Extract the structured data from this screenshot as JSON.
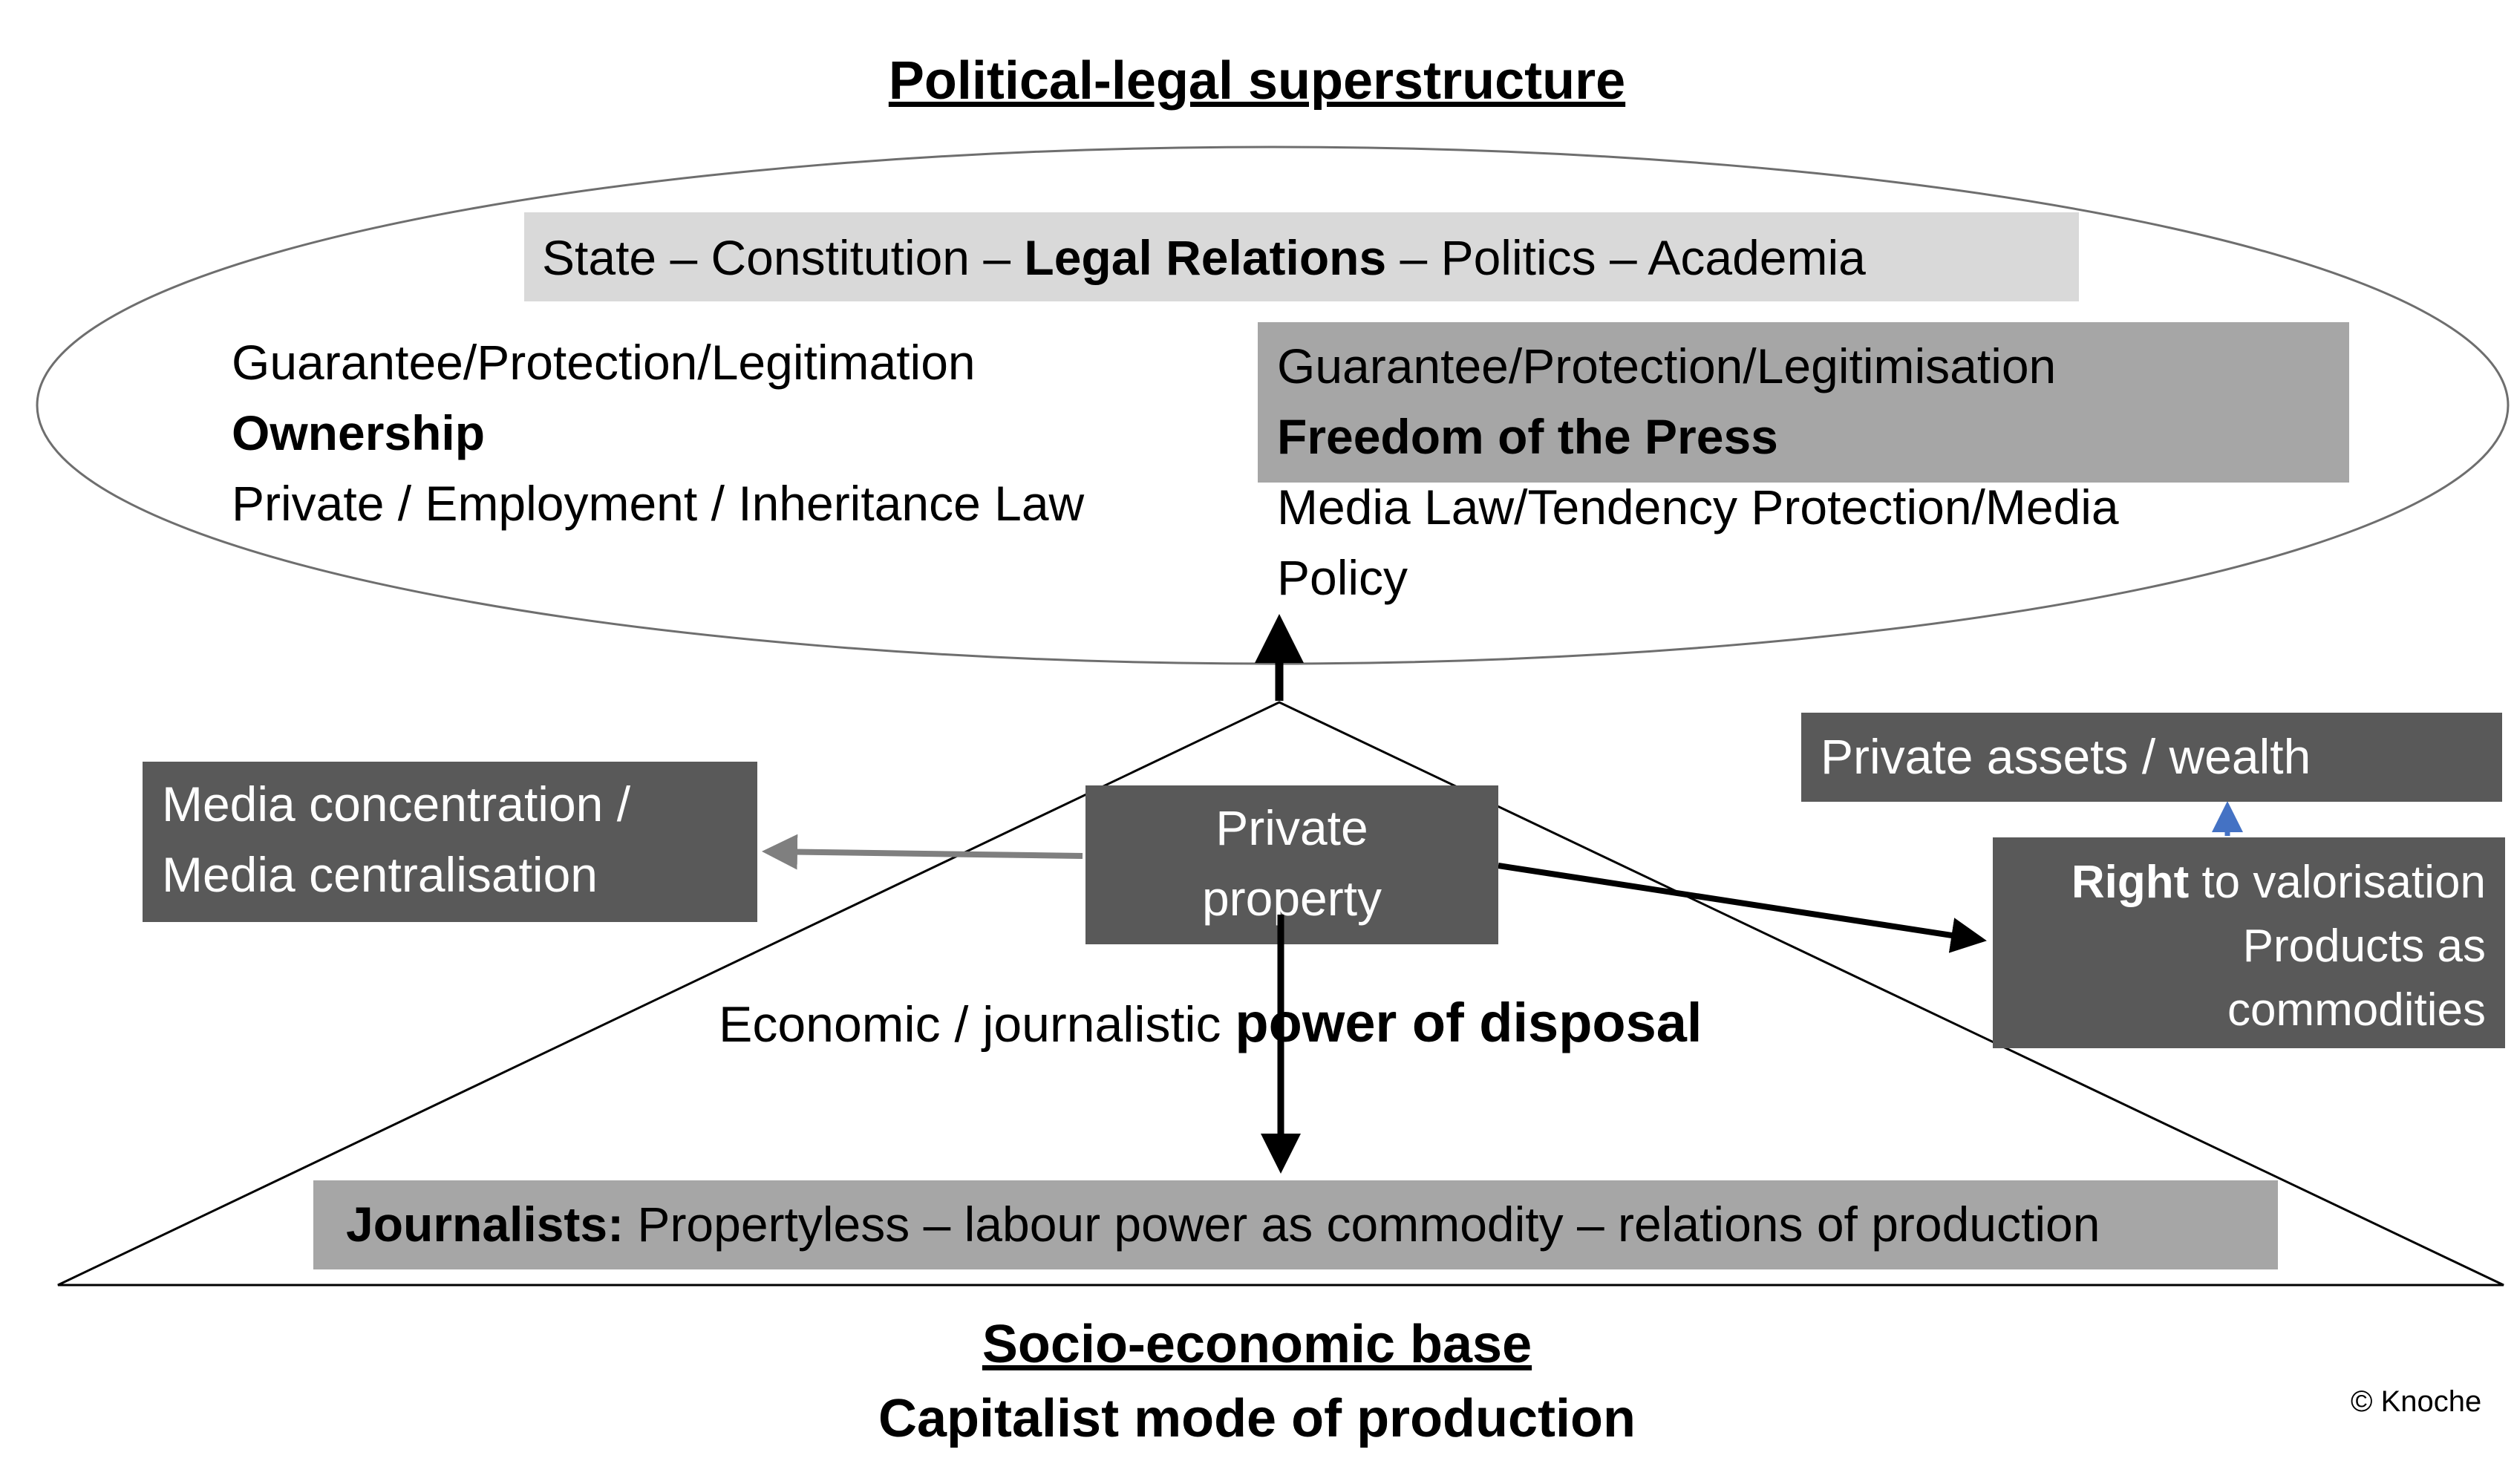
{
  "top_title": "Political-legal superstructure",
  "state_bar": {
    "part1": "State –  Constitution –",
    "bold": "Legal Relations",
    "part2": "– Politics – Academia"
  },
  "left_block": {
    "line1": "Guarantee/Protection/Legitimation",
    "line2": "Ownership",
    "line3": "Private / Employment / Inheritance Law"
  },
  "right_block": {
    "line1": "Guarantee/Protection/Legitimisation",
    "line2": "Freedom of the Press",
    "line3": "Media Law/Tendency Protection/Media",
    "line4": "Policy"
  },
  "media_concentration": {
    "line1": "Media concentration /",
    "line2": "Media centralisation"
  },
  "private_property": {
    "line1": "Private",
    "line2": "property"
  },
  "private_assets": "Private assets / wealth",
  "valorisation": {
    "bold": "Right",
    "line1_rest": " to valorisation",
    "line2": "Products as",
    "line3": "commodities"
  },
  "power": {
    "normal": "Economic / journalistic",
    "bold": "power of disposal"
  },
  "journalists": {
    "bold": "Journalists:",
    "rest": " Propertyless – labour power as commodity – relations of production"
  },
  "base_title": "Socio-economic base",
  "base_subtitle": "Capitalist mode of production",
  "copyright": "© Knoche",
  "colors": {
    "dark_box": "#595959",
    "mid_box": "#a6a6a6",
    "light_box": "#d9d9d9",
    "blue_arrow": "#4472c4",
    "grey_arrow": "#7f7f7f"
  }
}
